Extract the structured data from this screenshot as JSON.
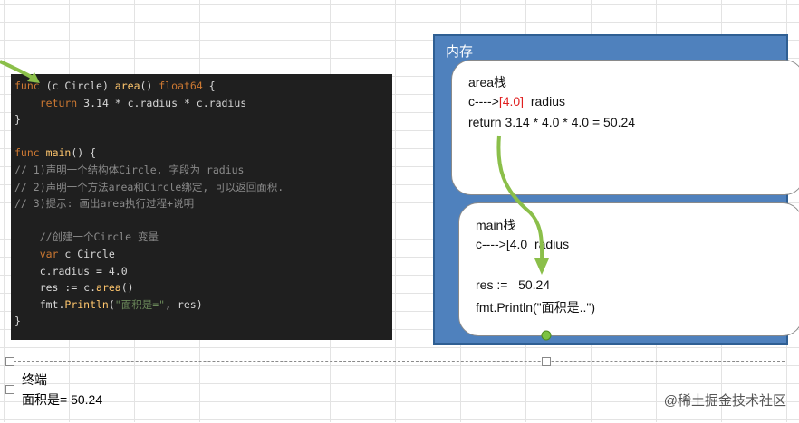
{
  "code": {
    "lines": [
      {
        "a": "func",
        "b": " (c Circle) ",
        "c": "area",
        "d": "() ",
        "e": "float64",
        "f": " {"
      },
      {
        "a": "    return",
        "b": " 3.14 * c.radius * c.radius",
        "c": "",
        "d": "",
        "e": "",
        "f": ""
      },
      {
        "a": "}",
        "b": "",
        "c": "",
        "d": "",
        "e": "",
        "f": ""
      },
      {
        "blank": true
      },
      {
        "a": "func",
        "b": " ",
        "c": "main",
        "d": "() {",
        "e": "",
        "f": ""
      },
      {
        "cm": "// 1)声明一个结构体Circle, 字段为 radius"
      },
      {
        "cm": "// 2)声明一个方法area和Circle绑定, 可以返回面积."
      },
      {
        "cm": "// 3)提示: 画出area执行过程+说明"
      },
      {
        "blank": true
      },
      {
        "cm": "    //创建一个Circle 变量"
      },
      {
        "a": "    var",
        "b": " c Circle",
        "c": "",
        "d": "",
        "e": "",
        "f": ""
      },
      {
        "a": "    c.radius",
        "b": " = 4.0",
        "c": "",
        "d": "",
        "e": "",
        "f": ""
      },
      {
        "a": "    res",
        "b": " := c.",
        "c": "area",
        "d": "()",
        "e": "",
        "f": ""
      },
      {
        "a": "    fmt.",
        "b": "",
        "c": "Println",
        "d": "(",
        "e": "\"面积是=\"",
        "f": ", res)"
      },
      {
        "a": "}",
        "b": "",
        "c": "",
        "d": "",
        "e": "",
        "f": ""
      }
    ]
  },
  "memory": {
    "title": "内存",
    "area_stack": {
      "title": "area栈",
      "line1_prefix": "c---->",
      "line1_value": "[4.0]",
      "line1_suffix": "  radius",
      "line2": "return 3.14 * 4.0 * 4.0 = 50.24"
    },
    "main_stack": {
      "title": "main栈",
      "line1": "c---->[4.0  radius",
      "line2": "res :=   50.24",
      "line3": "fmt.Println(\"面积是..\")"
    }
  },
  "terminal": {
    "title": "终端",
    "output": "面积是= 50.24"
  },
  "watermark": "@稀土掘金技术社区",
  "colors": {
    "code_bg": "#1f1f1f",
    "memory_bg": "#4f81bd",
    "arrow": "#8bbf4a",
    "highlight_red": "#e02020"
  }
}
